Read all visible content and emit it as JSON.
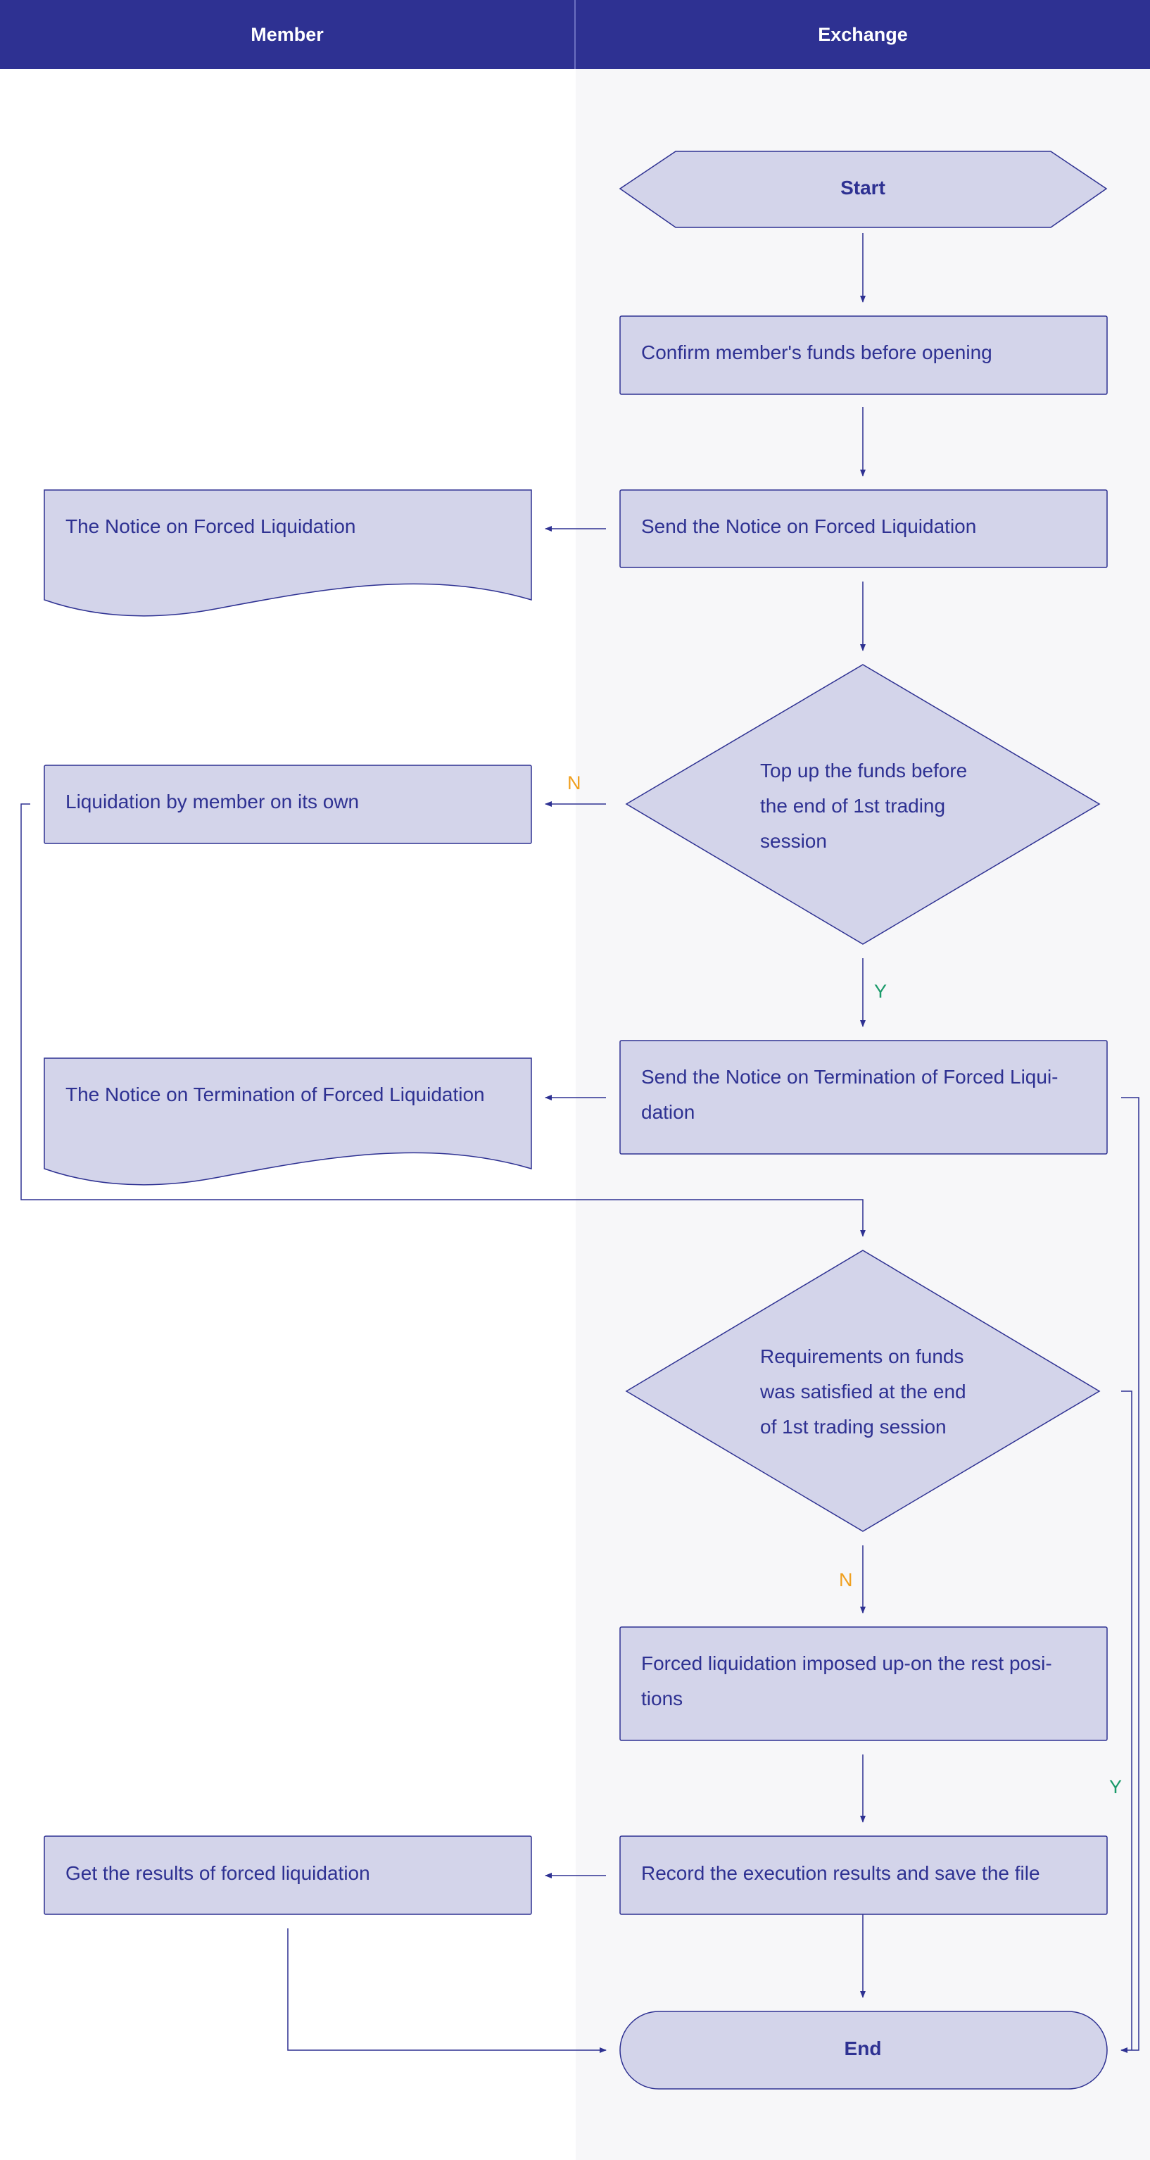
{
  "lanes": {
    "member": "Member",
    "exchange": "Exchange"
  },
  "nodes": {
    "start": "Start",
    "confirm_funds": "Confirm member's funds before opening",
    "send_notice": "Send the Notice on Forced Liquidation",
    "notice_doc": "The Notice on Forced Liquidation",
    "topup_decision": [
      "Top up the funds before",
      "the end of 1st trading",
      "session"
    ],
    "liquidation_own": "Liquidation by member on its own",
    "send_termination": [
      "Send the Notice on Termination of Forced Liqui-",
      "dation"
    ],
    "termination_doc": "The Notice on Termination of Forced Liquidation",
    "requirements_decision": [
      "Requirements on funds",
      "was satisfied at the end",
      "of 1st trading session"
    ],
    "forced_liquidation": [
      "Forced liquidation imposed up-on the rest posi-",
      "tions"
    ],
    "record_results": "Record the execution results and save the file",
    "get_results": "Get the results of forced liquidation",
    "end": "End"
  },
  "edge_labels": {
    "topup_no": "N",
    "topup_yes": "Y",
    "requirements_no": "N",
    "requirements_yes": "Y"
  },
  "colors": {
    "header": "#2e3192",
    "shape_fill": "#d3d4ea",
    "stroke": "#2e3192",
    "label_no": "#f0a020",
    "label_yes": "#1a9a6a"
  }
}
